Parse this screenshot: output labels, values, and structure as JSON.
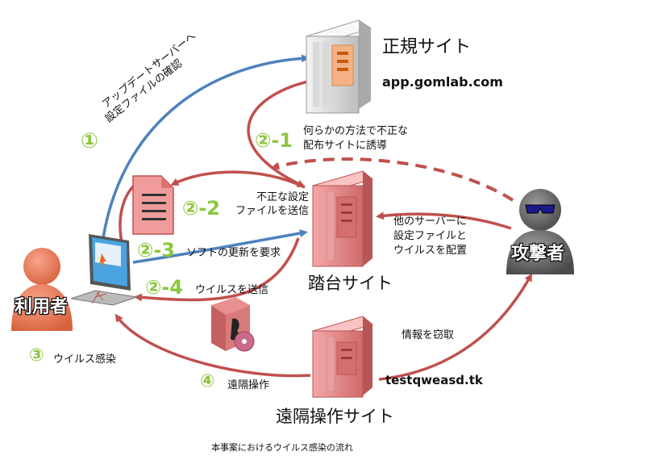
{
  "nodes": {
    "official_site": {
      "label": "正規サイト",
      "domain": "app.gomlab.com"
    },
    "stepping_site": {
      "label": "踏台サイト"
    },
    "remote_site": {
      "label": "遠隔操作サイト",
      "domain": "testqweasd.tk"
    },
    "user": {
      "label": "利用者"
    },
    "attacker": {
      "label": "攻撃者"
    }
  },
  "steps": [
    {
      "num": "①",
      "text": "アップデートサーバーへ\n設定ファイルの確認"
    },
    {
      "num": "②-1",
      "text": "何らかの方法で不正な\n配布サイトに誘導"
    },
    {
      "num": "②-2",
      "text": "不正な設定\nファイルを送信"
    },
    {
      "num": "②-3",
      "text": "ソフトの更新を要求"
    },
    {
      "num": "②-4",
      "text": "ウイルスを送信"
    },
    {
      "num": "③",
      "text": "ウイルス感染"
    },
    {
      "num": "④",
      "text": "遠隔操作"
    }
  ],
  "attacker_note": "他のサーバーに\n設定ファイルと\nウイルスを配置",
  "steal_label": "情報を窃取",
  "caption": "本事案におけるウイルス感染の流れ",
  "colors": {
    "blue": "#4f81bd",
    "red": "#c0504d",
    "green": "#8cc63e",
    "server_pink": "#e8898a",
    "server_gray": "#e0e0e0"
  }
}
